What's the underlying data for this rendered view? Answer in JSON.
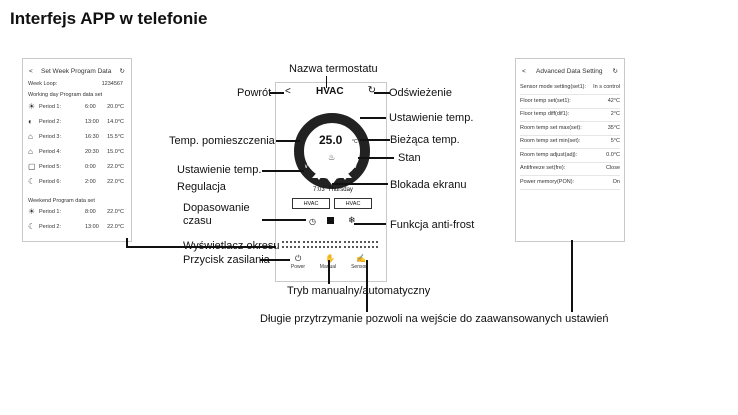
{
  "title": "Interfejs APP w telefonie",
  "left_phone": {
    "header": "Set Week Program Data",
    "week_loop_label": "Week Loop:",
    "week_loop_value": "1234567",
    "working_header": "Working day Program data set",
    "working_periods": [
      {
        "label": "Period 1:",
        "time": "6:00",
        "temp": "20.0°C",
        "icon": "sunrise-icon"
      },
      {
        "label": "Period 2:",
        "time": "13:00",
        "temp": "14.0°C",
        "icon": "leave-icon"
      },
      {
        "label": "Period 3:",
        "time": "16:30",
        "temp": "15.5°C",
        "icon": "return-icon"
      },
      {
        "label": "Period 4:",
        "time": "20:30",
        "temp": "15.0°C",
        "icon": "home-icon"
      },
      {
        "label": "Period 5:",
        "time": "0:00",
        "temp": "22.0°C",
        "icon": "away-icon"
      },
      {
        "label": "Period 6:",
        "time": "2:00",
        "temp": "22.0°C",
        "icon": "moon-icon"
      }
    ],
    "weekend_header": "Weekend Program data set",
    "weekend_periods": [
      {
        "label": "Period 1:",
        "time": "8:00",
        "temp": "22.0°C",
        "icon": "sunrise-icon"
      },
      {
        "label": "Period 2:",
        "time": "13:00",
        "temp": "22.0°C",
        "icon": "moon-icon"
      }
    ]
  },
  "center_phone": {
    "name": "HVAC",
    "temperature": "25.0",
    "unit": "°C",
    "time_text": "7:03  Thursday",
    "mode_buttons": [
      "HVAC",
      "HVAC"
    ],
    "buttons": {
      "power": "Power",
      "manual": "Manual",
      "sensor": "Sensor"
    }
  },
  "right_phone": {
    "header": "Advanced Data Setting",
    "rows": [
      {
        "label": "Sensor mode setting(set1):",
        "value": "In s control"
      },
      {
        "label": "Floor temp set(set1):",
        "value": "42°C"
      },
      {
        "label": "Floor temp diff(dif1):",
        "value": "2°C"
      },
      {
        "label": "Room temp set max(set):",
        "value": "35°C"
      },
      {
        "label": "Room temp set min(set):",
        "value": "5°C"
      },
      {
        "label": "Room temp adjust(adj):",
        "value": "0.0°C"
      },
      {
        "label": "Antifreeze set(fre):",
        "value": "Close"
      },
      {
        "label": "Power memory(PON):",
        "value": "On"
      }
    ]
  },
  "annotations": {
    "nazwa": "Nazwa termostatu",
    "powrot": "Powrót",
    "odswiezenie": "Odświeżenie",
    "ustawienie_r": "Ustawienie temp.",
    "pomieszczenia": "Temp. pomieszczenia",
    "biezaca": "Bieżąca temp.",
    "stan": "Stan",
    "ustawienie_l": "Ustawienie temp.",
    "regulacja": "Regulacja",
    "blokada": "Blokada ekranu",
    "dopasowanie": "Dopasowanie czasu",
    "antifrost": "Funkcja anti-frost",
    "wyswietlacz": "Wyświetlacz okresu",
    "przycisk": "Przycisk zasilania",
    "tryb": "Tryb manualny/automatyczny",
    "dlugie": "Długie przytrzymanie pozwoli na wejście do zaawansowanych ustawień"
  }
}
